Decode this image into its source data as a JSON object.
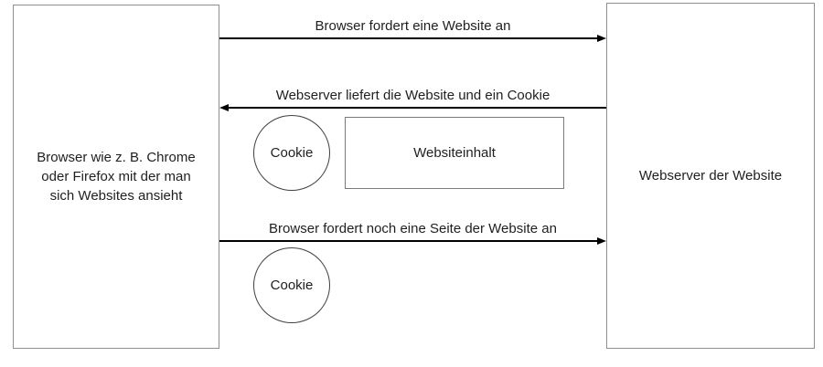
{
  "diagram": {
    "background_color": "#ffffff",
    "line_color": "#000000",
    "box_border_color": "#8e8e8e",
    "text_color": "#1f1f1f",
    "actors": {
      "browser": {
        "label": "Browser wie z. B. Chrome\noder Firefox mit der man\nsich Websites ansieht"
      },
      "webserver": {
        "label": "Webserver der Website"
      }
    },
    "messages": [
      {
        "label": "Browser fordert eine Website an",
        "from": "browser",
        "to": "webserver",
        "direction": "right"
      },
      {
        "label": "Webserver liefert die Website und ein Cookie",
        "from": "webserver",
        "to": "browser",
        "direction": "left"
      },
      {
        "label": "Browser fordert noch eine Seite der Website an",
        "from": "browser",
        "to": "webserver",
        "direction": "right"
      }
    ],
    "payloads": {
      "cookie_delivered": "Cookie",
      "website_content": "Websiteinhalt",
      "cookie_sent_back": "Cookie"
    }
  }
}
